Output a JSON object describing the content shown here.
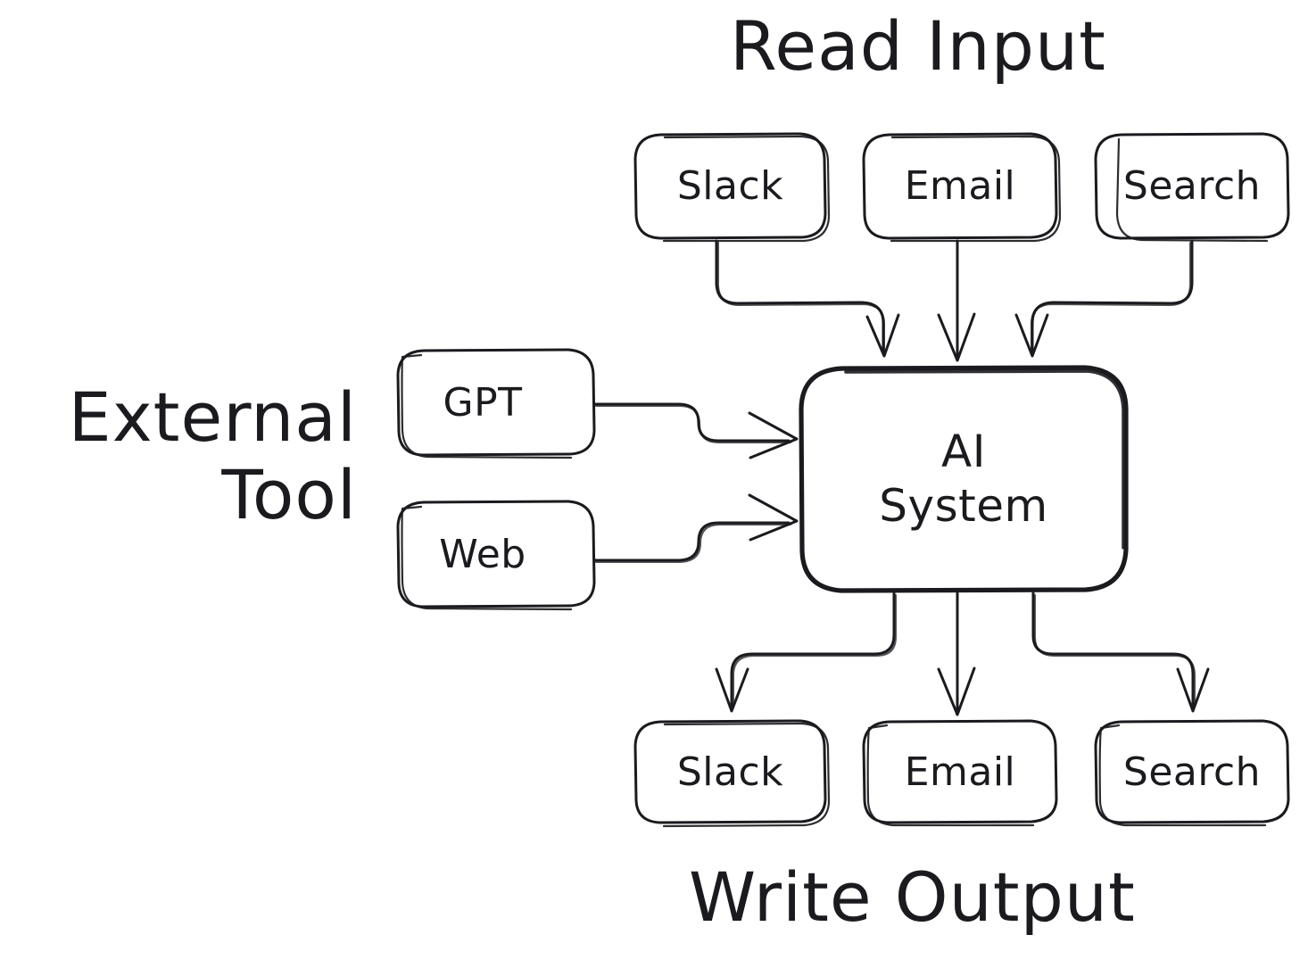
{
  "diagram": {
    "title_read_input": "Read Input",
    "title_write_output": "Write Output",
    "title_external_tool_line1": "External",
    "title_external_tool_line2": "Tool",
    "center_node_line1": "AI",
    "center_node_line2": "System",
    "input_nodes": [
      {
        "label": "Slack"
      },
      {
        "label": "Email"
      },
      {
        "label": "Search"
      }
    ],
    "tool_nodes": [
      {
        "label": "GPT"
      },
      {
        "label": "Web"
      }
    ],
    "output_nodes": [
      {
        "label": "Slack"
      },
      {
        "label": "Email"
      },
      {
        "label": "Search"
      }
    ],
    "colors": {
      "background": "#ffffff",
      "stroke": "#1b1b1f",
      "text": "#1b1b1f"
    }
  }
}
